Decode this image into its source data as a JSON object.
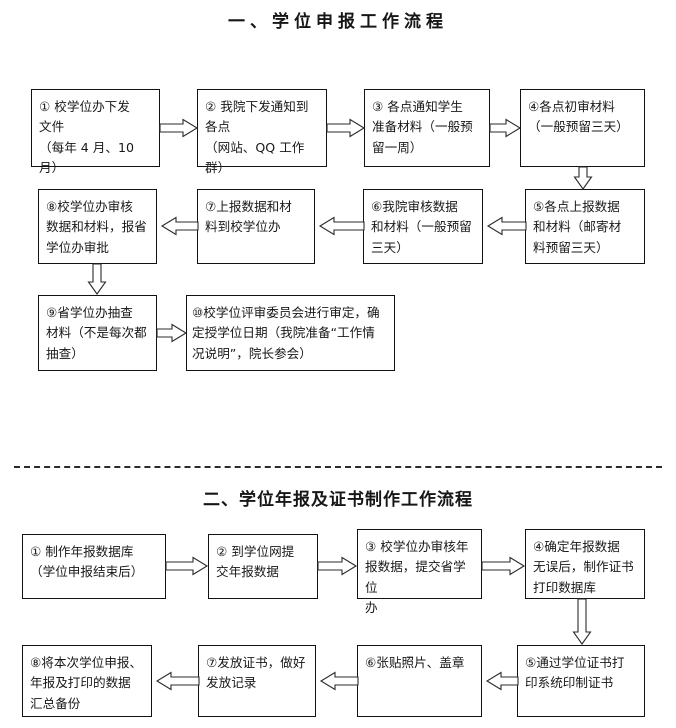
{
  "sections": [
    {
      "title": "一、学位申报工作流程",
      "boxes": [
        {
          "id": "s1-b1",
          "label": "①  校学位办下发\n    文件\n（每年 4 月、10 月）"
        },
        {
          "id": "s1-b2",
          "label": "②  我院下发通知到\n    各点\n（网站、QQ 工作群）"
        },
        {
          "id": "s1-b3",
          "label": "③  各点通知学生\n准备材料（一般预\n留一周）"
        },
        {
          "id": "s1-b4",
          "label": "④各点初审材料\n（一般预留三天）"
        },
        {
          "id": "s1-b5",
          "label": "⑤各点上报数据\n和材料（邮寄材\n料预留三天）"
        },
        {
          "id": "s1-b6",
          "label": "⑥我院审核数据\n和材料（一般预留\n三天）"
        },
        {
          "id": "s1-b7",
          "label": "⑦上报数据和材\n料到校学位办"
        },
        {
          "id": "s1-b8",
          "label": "⑧校学位办审核\n数据和材料，报省\n学位办审批"
        },
        {
          "id": "s1-b9",
          "label": "⑨省学位办抽查\n材料（不是每次都\n抽查）"
        },
        {
          "id": "s1-b10",
          "label": "⑩校学位评审委员会进行审定，确\n定授学位日期（我院准备“工作情\n况说明”，院长参会）"
        }
      ],
      "arrows": [
        {
          "id": "s1-a1",
          "from": "s1-b1",
          "to": "s1-b2",
          "direction": "right"
        },
        {
          "id": "s1-a2",
          "from": "s1-b2",
          "to": "s1-b3",
          "direction": "right"
        },
        {
          "id": "s1-a3",
          "from": "s1-b3",
          "to": "s1-b4",
          "direction": "right"
        },
        {
          "id": "s1-a4",
          "from": "s1-b4",
          "to": "s1-b5",
          "direction": "down"
        },
        {
          "id": "s1-a5",
          "from": "s1-b5",
          "to": "s1-b6",
          "direction": "left"
        },
        {
          "id": "s1-a6",
          "from": "s1-b6",
          "to": "s1-b7",
          "direction": "left"
        },
        {
          "id": "s1-a7",
          "from": "s1-b7",
          "to": "s1-b8",
          "direction": "left"
        },
        {
          "id": "s1-a8",
          "from": "s1-b8",
          "to": "s1-b9",
          "direction": "down"
        },
        {
          "id": "s1-a9",
          "from": "s1-b9",
          "to": "s1-b10",
          "direction": "right"
        }
      ]
    },
    {
      "title": "二、学位年报及证书制作工作流程",
      "boxes": [
        {
          "id": "s2-b1",
          "label": "①  制作年报数据库\n（学位申报结束后）"
        },
        {
          "id": "s2-b2",
          "label": "②  到学位网提\n交年报数据"
        },
        {
          "id": "s2-b3",
          "label": "③  校学位办审核年\n报数据，提交省学位\n办"
        },
        {
          "id": "s2-b4",
          "label": "④确定年报数据\n无误后，制作证书\n打印数据库"
        },
        {
          "id": "s2-b5",
          "label": "⑤通过学位证书打\n印系统印制证书"
        },
        {
          "id": "s2-b6",
          "label": "⑥张贴照片、盖章"
        },
        {
          "id": "s2-b7",
          "label": "⑦发放证书，做好\n发放记录"
        },
        {
          "id": "s2-b8",
          "label": "⑧将本次学位申报、\n年报及打印的数据\n汇总备份"
        }
      ],
      "arrows": [
        {
          "id": "s2-a1",
          "from": "s2-b1",
          "to": "s2-b2",
          "direction": "right"
        },
        {
          "id": "s2-a2",
          "from": "s2-b2",
          "to": "s2-b3",
          "direction": "right"
        },
        {
          "id": "s2-a3",
          "from": "s2-b3",
          "to": "s2-b4",
          "direction": "right"
        },
        {
          "id": "s2-a4",
          "from": "s2-b4",
          "to": "s2-b5",
          "direction": "down"
        },
        {
          "id": "s2-a5",
          "from": "s2-b5",
          "to": "s2-b6",
          "direction": "left"
        },
        {
          "id": "s2-a6",
          "from": "s2-b6",
          "to": "s2-b7",
          "direction": "left"
        },
        {
          "id": "s2-a7",
          "from": "s2-b7",
          "to": "s2-b8",
          "direction": "left"
        }
      ]
    }
  ],
  "divider": {
    "style": "dashed"
  },
  "colors": {
    "line": "#121212",
    "text": "#181818",
    "background": "#ffffff"
  }
}
